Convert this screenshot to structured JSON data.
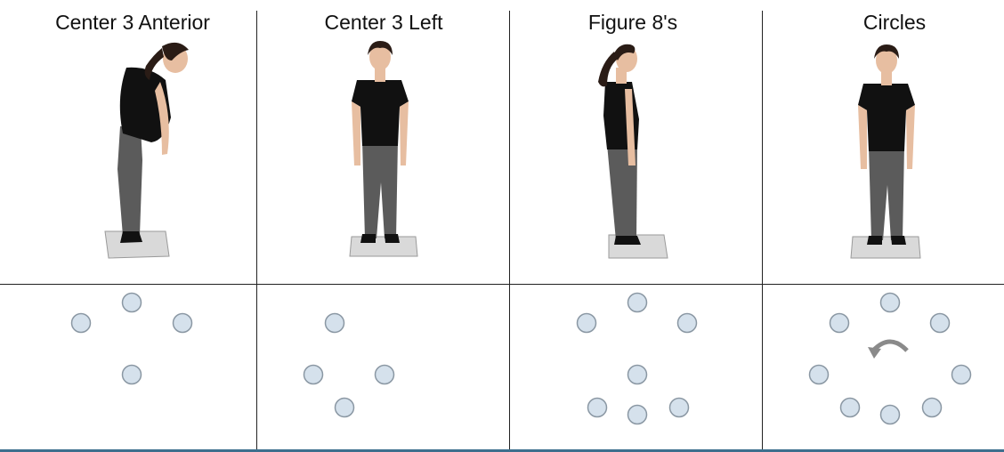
{
  "panels": [
    {
      "title": "Center 3 Anterior",
      "pose": "leaning-forward-side-view",
      "target_count": 4
    },
    {
      "title": "Center 3 Left",
      "pose": "standing-front-view",
      "target_count": 4
    },
    {
      "title": "Figure 8's",
      "pose": "standing-side-view",
      "target_count": 7
    },
    {
      "title": "Circles",
      "pose": "standing-front-view",
      "target_count": 8
    }
  ],
  "colors": {
    "target_fill": "#d5e1ec",
    "target_stroke": "#8a97a3",
    "arrow": "#8a8a8a",
    "divider": "#222222",
    "bottom_rule": "#3d6f8e"
  }
}
